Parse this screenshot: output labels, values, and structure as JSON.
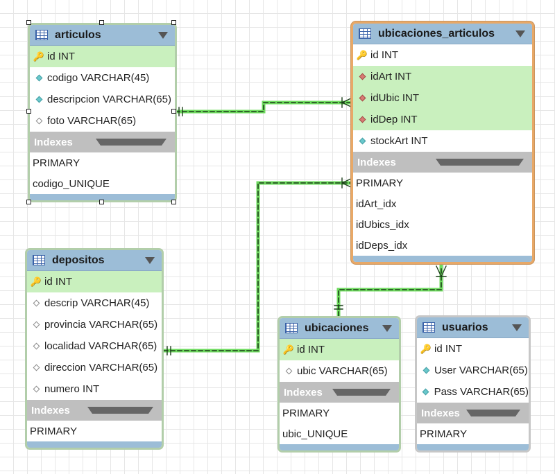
{
  "tables": {
    "articulos": {
      "title": "articulos",
      "columns": [
        {
          "icon": "key",
          "text": "id INT"
        },
        {
          "icon": "cyan",
          "text": "codigo VARCHAR(45)"
        },
        {
          "icon": "cyan",
          "text": "descripcion VARCHAR(65)"
        },
        {
          "icon": "white",
          "text": "foto VARCHAR(65)"
        }
      ],
      "indexes_label": "Indexes",
      "indexes": [
        "PRIMARY",
        "codigo_UNIQUE"
      ]
    },
    "ubicaciones_articulos": {
      "title": "ubicaciones_articulos",
      "columns": [
        {
          "icon": "key",
          "text": "id INT"
        },
        {
          "icon": "red",
          "text": "idArt INT"
        },
        {
          "icon": "red",
          "text": "idUbic INT"
        },
        {
          "icon": "red",
          "text": "idDep INT"
        },
        {
          "icon": "cyan",
          "text": "stockArt INT"
        }
      ],
      "indexes_label": "Indexes",
      "indexes": [
        "PRIMARY",
        "idArt_idx",
        "idUbics_idx",
        "idDeps_idx"
      ]
    },
    "depositos": {
      "title": "depositos",
      "columns": [
        {
          "icon": "key",
          "text": "id INT"
        },
        {
          "icon": "white",
          "text": "descrip VARCHAR(45)"
        },
        {
          "icon": "white",
          "text": "provincia VARCHAR(65)"
        },
        {
          "icon": "white",
          "text": "localidad VARCHAR(65)"
        },
        {
          "icon": "white",
          "text": "direccion VARCHAR(65)"
        },
        {
          "icon": "white",
          "text": "numero INT"
        }
      ],
      "indexes_label": "Indexes",
      "indexes": [
        "PRIMARY"
      ]
    },
    "ubicaciones": {
      "title": "ubicaciones",
      "columns": [
        {
          "icon": "key",
          "text": "id INT"
        },
        {
          "icon": "white",
          "text": "ubic VARCHAR(65)"
        }
      ],
      "indexes_label": "Indexes",
      "indexes": [
        "PRIMARY",
        "ubic_UNIQUE"
      ]
    },
    "usuarios": {
      "title": "usuarios",
      "columns": [
        {
          "icon": "key",
          "text": "id INT"
        },
        {
          "icon": "cyan",
          "text": "User VARCHAR(65)"
        },
        {
          "icon": "cyan",
          "text": "Pass VARCHAR(65)"
        }
      ],
      "indexes_label": "Indexes",
      "indexes": [
        "PRIMARY"
      ]
    }
  },
  "colors": {
    "header": "#9cbdd7",
    "highlight_row": "#c9f0be",
    "index_header": "#bfbfbf",
    "relationship_line": "#3aa335",
    "selected_border": "#e8a867"
  }
}
